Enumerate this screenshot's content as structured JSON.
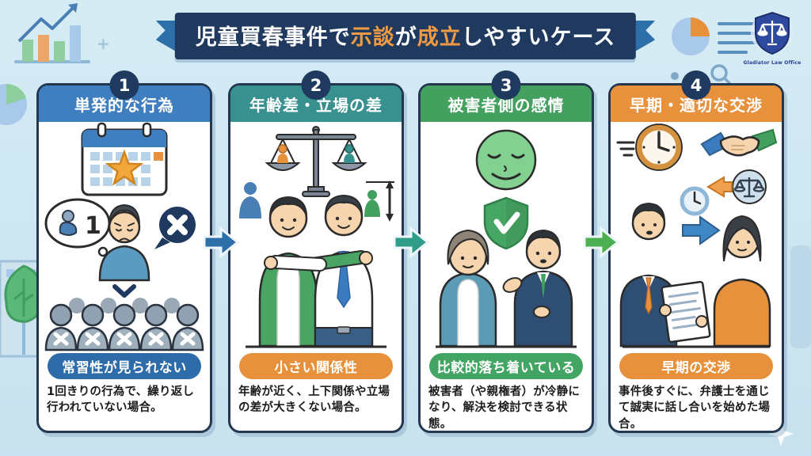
{
  "title": {
    "pre": "児童買春事件で",
    "highlight1": "示談",
    "mid": "が",
    "highlight2": "成立",
    "post": "しやすいケース",
    "highlight_color": "#f09a44",
    "banner_color": "#1f3a5e"
  },
  "logo": {
    "text": "Gladiator Law Office"
  },
  "panels": [
    {
      "number": "1",
      "header": "単発的な行為",
      "header_color": "#3f7fc0",
      "badge": "常習性が見られない",
      "badge_color": "#2d6ca8",
      "description": "1回きりの行為で、繰り返し行われていない場合。",
      "thought_count": "1"
    },
    {
      "number": "2",
      "header": "年齢差・立場の差",
      "header_color": "#38908f",
      "badge": "小さい関係性",
      "badge_color": "#e8913c",
      "description": "年齢が近く、上下関係や立場の差が大きくない場合。"
    },
    {
      "number": "3",
      "header": "被害者側の感情",
      "header_color": "#44a05f",
      "badge": "比較的落ち着いている",
      "badge_color": "#43a563",
      "description": "被害者（や親権者）が冷静になり、解決を検討できる状態。"
    },
    {
      "number": "4",
      "header": "早期・適切な交渉",
      "header_color": "#e8913c",
      "badge": "早期の交渉",
      "badge_color": "#e8913c",
      "description": "事件後すぐに、弁護士を通じて誠実に話し合いを始めた場合。"
    }
  ],
  "arrows": [
    {
      "color": "#2d6fa8"
    },
    {
      "color": "#2f9d8a"
    },
    {
      "color": "#4caf50"
    }
  ]
}
